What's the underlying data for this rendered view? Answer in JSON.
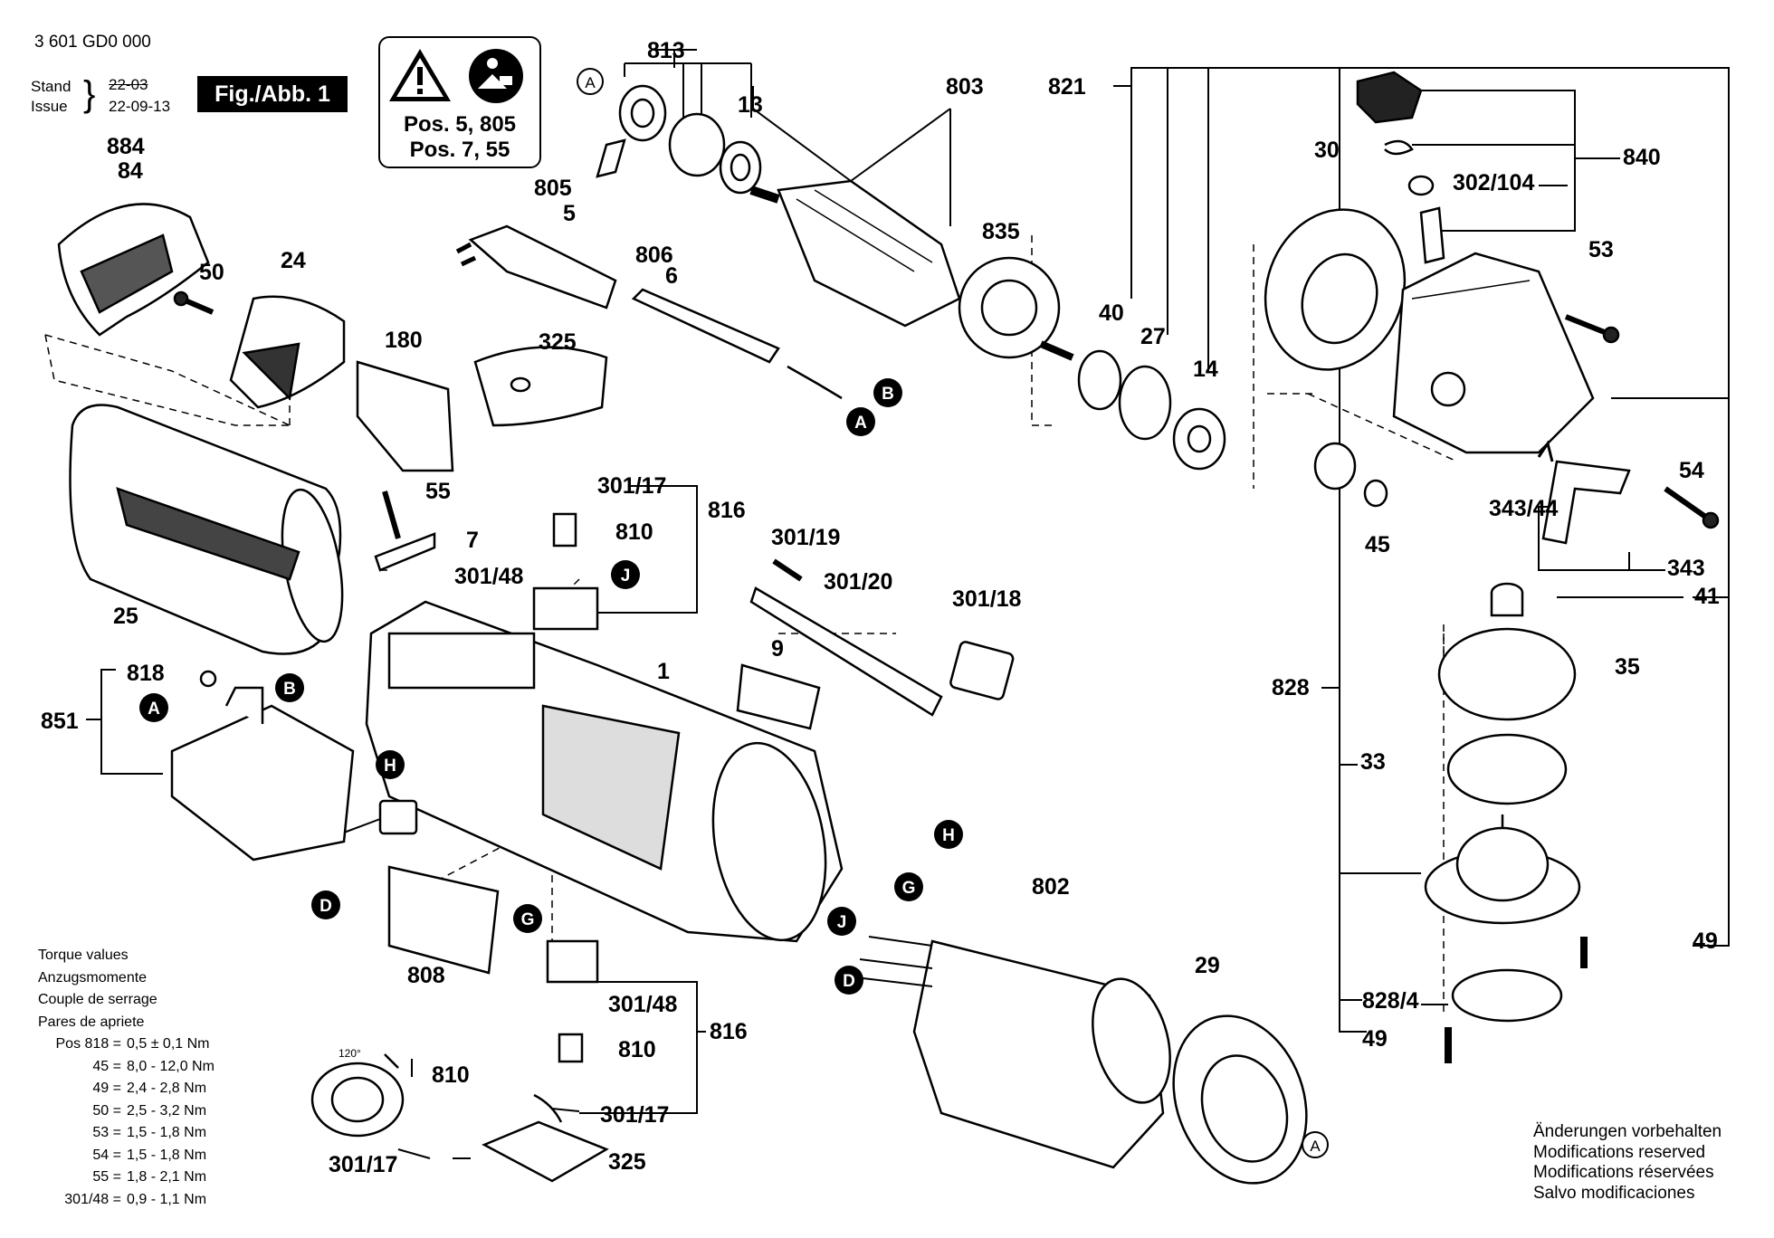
{
  "header": {
    "doc_number": "3 601 GD0 000",
    "stand_label": "Stand",
    "issue_label": "Issue",
    "stand_date": "22-03",
    "issue_date": "22-09-13",
    "figure": "Fig./Abb. 1"
  },
  "warning": {
    "line1": "Pos. 5, 805",
    "line2": "Pos. 7, 55"
  },
  "parts": [
    {
      "id": "p813",
      "text": "813"
    },
    {
      "id": "p803",
      "text": "803"
    },
    {
      "id": "p821",
      "text": "821"
    },
    {
      "id": "p13",
      "text": "13"
    },
    {
      "id": "p30",
      "text": "30"
    },
    {
      "id": "p840",
      "text": "840"
    },
    {
      "id": "p302",
      "text": "302/104"
    },
    {
      "id": "p884",
      "text": "884"
    },
    {
      "id": "p84",
      "text": "84"
    },
    {
      "id": "p805",
      "text": "805"
    },
    {
      "id": "p5",
      "text": "5"
    },
    {
      "id": "p835",
      "text": "835"
    },
    {
      "id": "p806",
      "text": "806"
    },
    {
      "id": "p6",
      "text": "6"
    },
    {
      "id": "p53",
      "text": "53"
    },
    {
      "id": "p50",
      "text": "50"
    },
    {
      "id": "p24",
      "text": "24"
    },
    {
      "id": "p40",
      "text": "40"
    },
    {
      "id": "p27",
      "text": "27"
    },
    {
      "id": "p180",
      "text": "180"
    },
    {
      "id": "p325a",
      "text": "325"
    },
    {
      "id": "p14",
      "text": "14"
    },
    {
      "id": "p55",
      "text": "55"
    },
    {
      "id": "p30117a",
      "text": "301/17"
    },
    {
      "id": "p816a",
      "text": "816"
    },
    {
      "id": "p54",
      "text": "54"
    },
    {
      "id": "p34344",
      "text": "343/44"
    },
    {
      "id": "p810a",
      "text": "810"
    },
    {
      "id": "p7",
      "text": "7"
    },
    {
      "id": "p30119",
      "text": "301/19"
    },
    {
      "id": "p45",
      "text": "45"
    },
    {
      "id": "p30148a",
      "text": "301/48"
    },
    {
      "id": "p343",
      "text": "343"
    },
    {
      "id": "p30120",
      "text": "301/20"
    },
    {
      "id": "p41",
      "text": "41"
    },
    {
      "id": "p25",
      "text": "25"
    },
    {
      "id": "p30118",
      "text": "301/18"
    },
    {
      "id": "p9",
      "text": "9"
    },
    {
      "id": "p818",
      "text": "818"
    },
    {
      "id": "p1",
      "text": "1"
    },
    {
      "id": "p828",
      "text": "828"
    },
    {
      "id": "p35",
      "text": "35"
    },
    {
      "id": "p851",
      "text": "851"
    },
    {
      "id": "p33",
      "text": "33"
    },
    {
      "id": "p802",
      "text": "802"
    },
    {
      "id": "p49a",
      "text": "49"
    },
    {
      "id": "p29",
      "text": "29"
    },
    {
      "id": "p808",
      "text": "808"
    },
    {
      "id": "p30148b",
      "text": "301/48"
    },
    {
      "id": "p8284",
      "text": "828/4"
    },
    {
      "id": "p816b",
      "text": "816"
    },
    {
      "id": "p49b",
      "text": "49"
    },
    {
      "id": "p810b",
      "text": "810"
    },
    {
      "id": "p810c",
      "text": "810"
    },
    {
      "id": "p30117b",
      "text": "301/17"
    },
    {
      "id": "p325b",
      "text": "325"
    },
    {
      "id": "p30117c",
      "text": "301/17"
    }
  ],
  "markers": [
    {
      "id": "mA1",
      "text": "A"
    },
    {
      "id": "mB1",
      "text": "B"
    },
    {
      "id": "mA2",
      "text": "A"
    },
    {
      "id": "mJ1",
      "text": "J"
    },
    {
      "id": "mB2",
      "text": "B"
    },
    {
      "id": "mA3",
      "text": "A"
    },
    {
      "id": "mH1",
      "text": "H"
    },
    {
      "id": "mD1",
      "text": "D"
    },
    {
      "id": "mH2",
      "text": "H"
    },
    {
      "id": "mG1",
      "text": "G"
    },
    {
      "id": "mJ2",
      "text": "J"
    },
    {
      "id": "mD2",
      "text": "D"
    },
    {
      "id": "mG2",
      "text": "G"
    },
    {
      "id": "mA4",
      "text": "A"
    }
  ],
  "spring_angle": "120°",
  "torque": {
    "title_lines": [
      "Torque values",
      "Anzugsmomente",
      "Couple de serrage",
      "Pares de apriete"
    ],
    "rows": [
      {
        "pos": "Pos 818 =",
        "val": "0,5 ± 0,1 Nm"
      },
      {
        "pos": "45 =",
        "val": "8,0 - 12,0 Nm"
      },
      {
        "pos": "49 =",
        "val": "2,4 - 2,8 Nm"
      },
      {
        "pos": "50 =",
        "val": "2,5 - 3,2 Nm"
      },
      {
        "pos": "53 =",
        "val": "1,5 - 1,8 Nm"
      },
      {
        "pos": "54 =",
        "val": "1,5 - 1,8 Nm"
      },
      {
        "pos": "55 =",
        "val": "1,8 - 2,1 Nm"
      },
      {
        "pos": "301/48 =",
        "val": "0,9 - 1,1 Nm"
      }
    ]
  },
  "modifications": [
    "Änderungen vorbehalten",
    "Modifications reserved",
    "Modifications réservées",
    "Salvo modificaciones"
  ]
}
